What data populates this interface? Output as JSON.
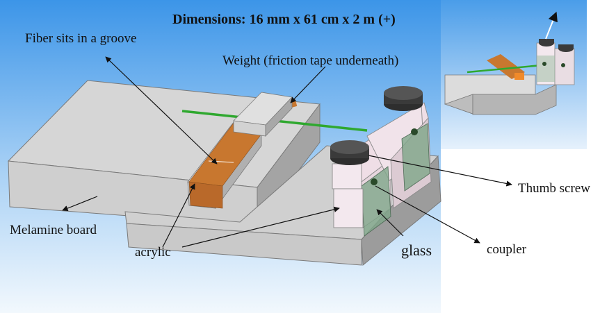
{
  "title": "Dimensions: 16 mm x 61 cm x 2 m (+)",
  "labels": {
    "fiber_groove": "Fiber sits in a groove",
    "weight": "Weight (friction tape underneath)",
    "thumb_screw": "Thumb screw",
    "melamine_board": "Melamine board",
    "acrylic": "acrylic",
    "glass": "glass",
    "coupler": "coupler"
  },
  "colors": {
    "sky_top": "#3c95e8",
    "sky_bottom": "#eef6fd",
    "melamine": "#d4d4d4",
    "block_shade": "#9d9d9d",
    "tape": "#c8772f",
    "fiber": "#2fa82f",
    "glass": "#7fa68a",
    "knob": "#3a3a3a",
    "acrylic": "#f1e3ea"
  }
}
